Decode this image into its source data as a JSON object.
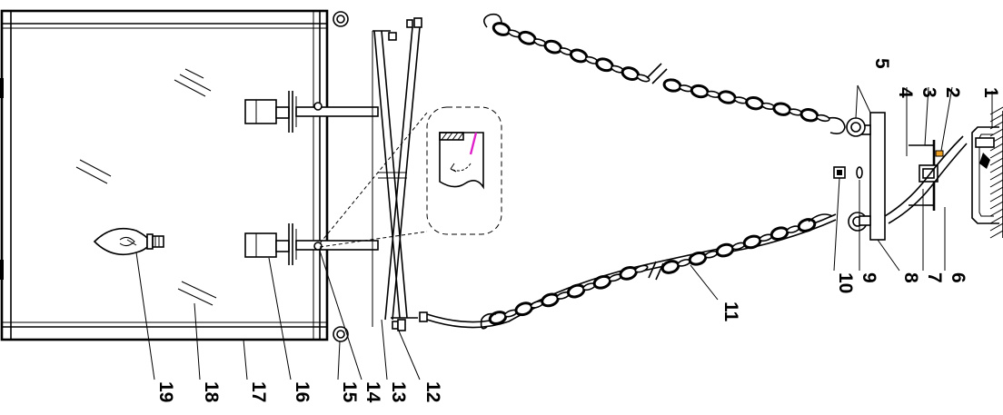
{
  "diagram": {
    "part_numbers": [
      {
        "id": "1",
        "text": "1"
      },
      {
        "id": "2",
        "text": "2"
      },
      {
        "id": "3",
        "text": "3"
      },
      {
        "id": "4",
        "text": "4"
      },
      {
        "id": "5",
        "text": "5"
      },
      {
        "id": "6",
        "text": "6"
      },
      {
        "id": "7",
        "text": "7"
      },
      {
        "id": "8",
        "text": "8"
      },
      {
        "id": "9",
        "text": "9"
      },
      {
        "id": "10",
        "text": "10"
      },
      {
        "id": "11",
        "text": "11"
      },
      {
        "id": "12",
        "text": "12"
      },
      {
        "id": "13",
        "text": "13"
      },
      {
        "id": "14",
        "text": "14"
      },
      {
        "id": "15",
        "text": "15"
      },
      {
        "id": "16",
        "text": "16"
      },
      {
        "id": "17",
        "text": "17"
      },
      {
        "id": "18",
        "text": "18"
      },
      {
        "id": "19",
        "text": "19"
      }
    ],
    "colors": {
      "line": "#000000",
      "background": "#ffffff",
      "accent_magenta": "#e020c8",
      "accent_orange": "#f0a020"
    }
  }
}
